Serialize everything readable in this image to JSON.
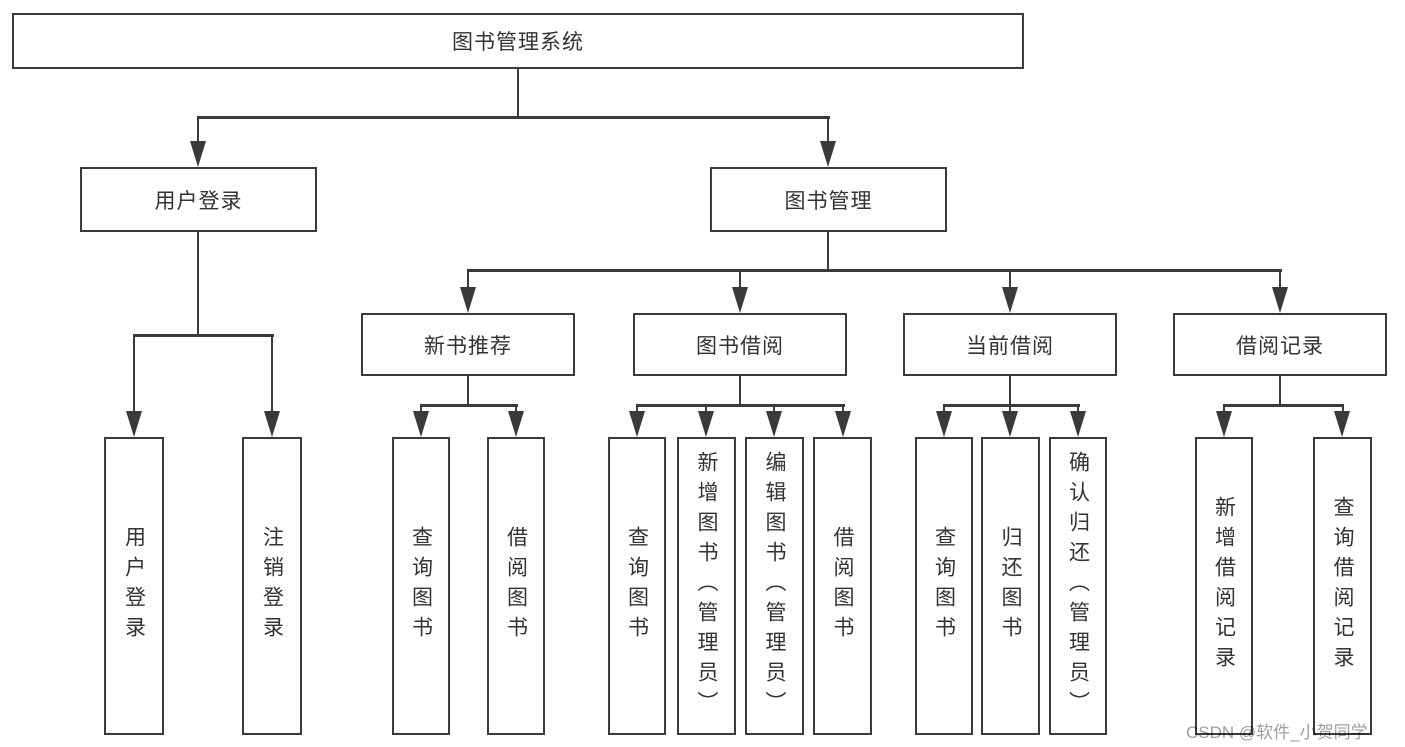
{
  "diagram": {
    "root": {
      "label": "图书管理系统"
    },
    "groups": [
      {
        "label": "用户登录",
        "children": [
          {
            "label": "用户登录"
          },
          {
            "label": "注销登录"
          }
        ]
      },
      {
        "label": "图书管理",
        "sections": [
          {
            "label": "新书推荐",
            "children": [
              {
                "label": "查询图书"
              },
              {
                "label": "借阅图书"
              }
            ]
          },
          {
            "label": "图书借阅",
            "children": [
              {
                "label": "查询图书"
              },
              {
                "label": "新增图书（管理员）"
              },
              {
                "label": "编辑图书（管理员）"
              },
              {
                "label": "借阅图书"
              }
            ]
          },
          {
            "label": "当前借阅",
            "children": [
              {
                "label": "查询图书"
              },
              {
                "label": "归还图书"
              },
              {
                "label": "确认归还（管理员）"
              }
            ]
          },
          {
            "label": "借阅记录",
            "children": [
              {
                "label": "新增借阅记录"
              },
              {
                "label": "查询借阅记录"
              }
            ]
          }
        ]
      }
    ],
    "watermark": "CSDN @软件_小贺同学"
  },
  "colors": {
    "line": "#3a3a3a",
    "text": "#333333",
    "box_bg": "#ffffff",
    "watermark": "#9e9e9e"
  }
}
